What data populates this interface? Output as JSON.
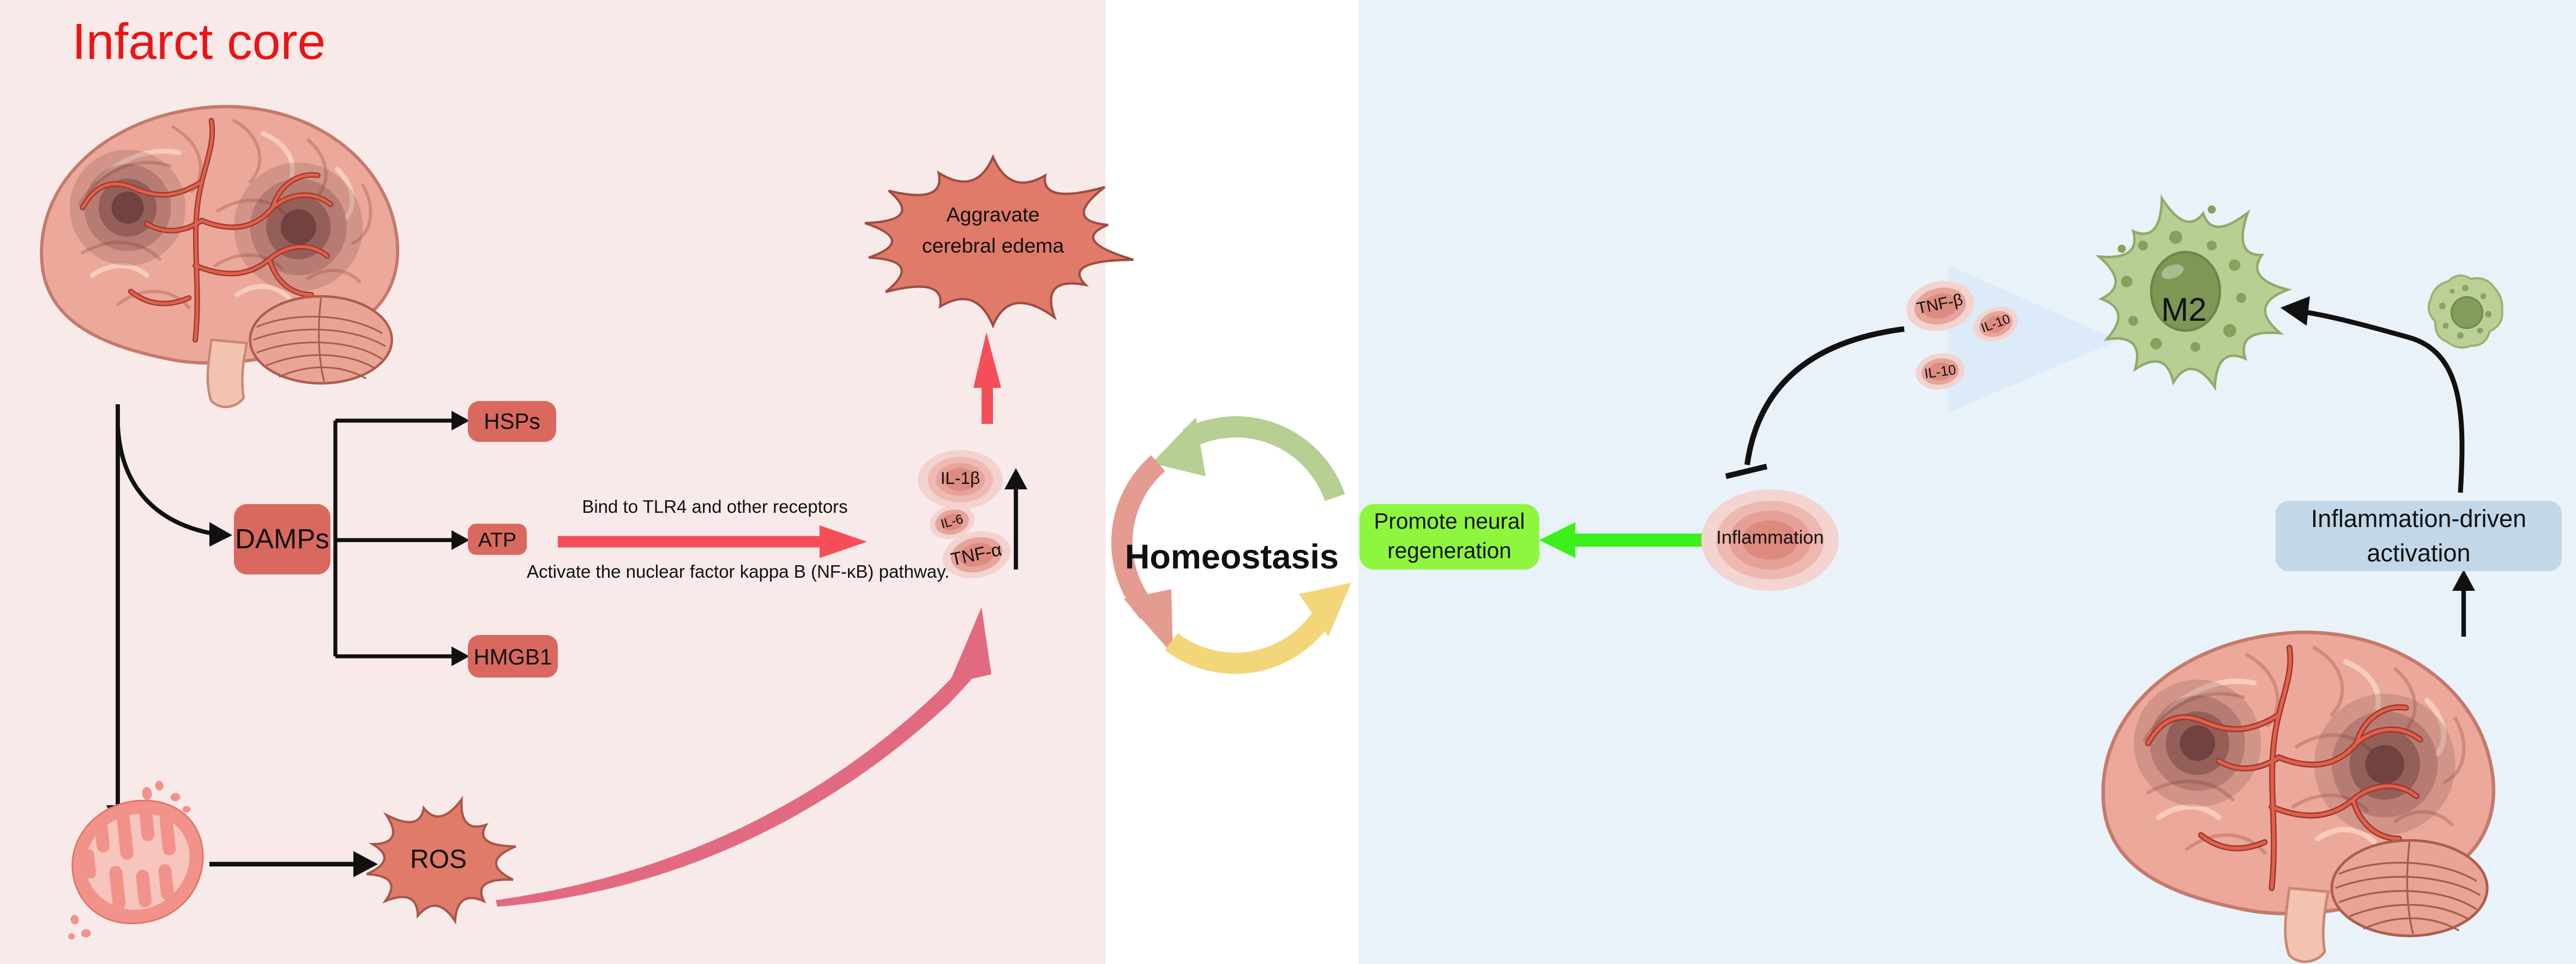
{
  "diagram": {
    "left_panel": {
      "title": "Infarct core",
      "damps": "DAMPs",
      "hsps": "HSPs",
      "atp": "ATP",
      "hmgb1": "HMGB1",
      "bind_text": "Bind to TLR4 and other receptors",
      "activate_text": "Activate the nuclear factor kappa B (NF-κB) pathway.",
      "il1b": "IL-1β",
      "il6": "IL-6",
      "tnfa": "TNF-α",
      "edema_line1": "Aggravate",
      "edema_line2": "cerebral edema",
      "ros": "ROS"
    },
    "center": {
      "homeostasis": "Homeostasis"
    },
    "right_panel": {
      "promote_line1": "Promote neural",
      "promote_line2": "regeneration",
      "inflammation": "Inflammation",
      "tnfb": "TNF-β",
      "il10_upper": "IL-10",
      "il10_lower": "IL-10",
      "m2": "M2",
      "activation_line1": "Inflammation-driven",
      "activation_line2": "activation"
    },
    "colors": {
      "left_bg": "#f9eaea",
      "right_bg": "#e9f2f8",
      "title_red": "#ee1212",
      "box_salmon": "#d9695e",
      "arrow_red": "#f44f58",
      "promote_green": "#8ff63f",
      "arrow_green": "#3df01c",
      "activation_blue": "#c2d8e8",
      "swoosh_pink": "#e26a80",
      "starburst_fill": "#e07a69",
      "funnel_blue": "#dcebf7"
    }
  }
}
